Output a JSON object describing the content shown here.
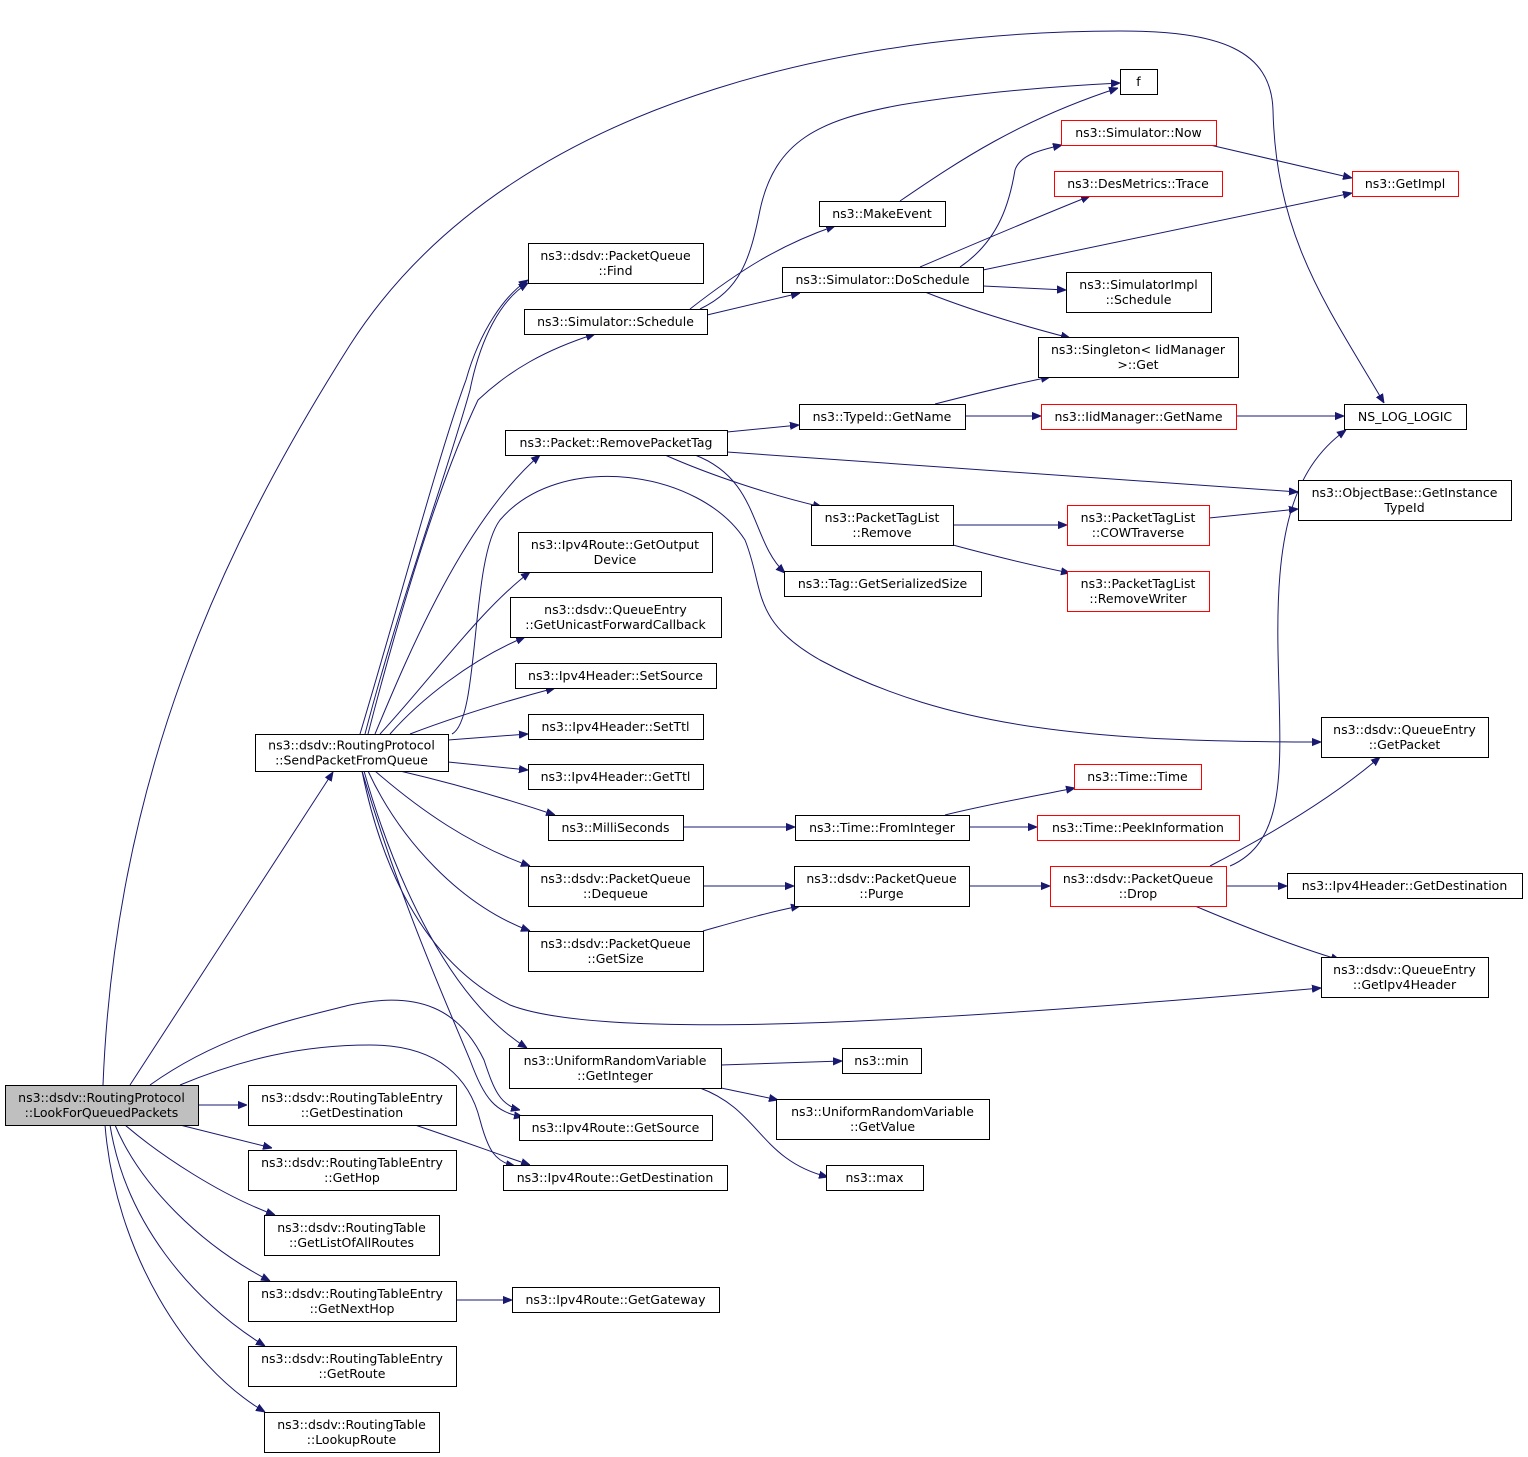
{
  "diagram": {
    "type": "call-graph",
    "colors": {
      "edge": "#191970",
      "node_border": "#000000",
      "external_node_border": "#ff0000",
      "root_fill": "#bfbfbf"
    },
    "nodes": [
      {
        "id": "root",
        "lines": [
          "ns3::dsdv::RoutingProtocol",
          "::LookForQueuedPackets"
        ],
        "style": "root"
      },
      {
        "id": "sendpkt",
        "lines": [
          "ns3::dsdv::RoutingProtocol",
          "::SendPacketFromQueue"
        ],
        "style": "normal"
      },
      {
        "id": "rte_dest",
        "lines": [
          "ns3::dsdv::RoutingTableEntry",
          "::GetDestination"
        ],
        "style": "normal"
      },
      {
        "id": "rte_hop",
        "lines": [
          "ns3::dsdv::RoutingTableEntry",
          "::GetHop"
        ],
        "style": "normal"
      },
      {
        "id": "rt_all",
        "lines": [
          "ns3::dsdv::RoutingTable",
          "::GetListOfAllRoutes"
        ],
        "style": "normal"
      },
      {
        "id": "rte_next",
        "lines": [
          "ns3::dsdv::RoutingTableEntry",
          "::GetNextHop"
        ],
        "style": "normal"
      },
      {
        "id": "rte_route",
        "lines": [
          "ns3::dsdv::RoutingTableEntry",
          "::GetRoute"
        ],
        "style": "normal"
      },
      {
        "id": "rt_lookup",
        "lines": [
          "ns3::dsdv::RoutingTable",
          "::LookupRoute"
        ],
        "style": "normal"
      },
      {
        "id": "pq_find",
        "lines": [
          "ns3::dsdv::PacketQueue",
          "::Find"
        ],
        "style": "normal"
      },
      {
        "id": "sim_sched",
        "lines": [
          "ns3::Simulator::Schedule"
        ],
        "style": "normal"
      },
      {
        "id": "pkt_rmtag",
        "lines": [
          "ns3::Packet::RemovePacketTag"
        ],
        "style": "normal"
      },
      {
        "id": "ipr_outdev",
        "lines": [
          "ns3::Ipv4Route::GetOutput",
          "Device"
        ],
        "style": "normal"
      },
      {
        "id": "qe_ucb",
        "lines": [
          "ns3::dsdv::QueueEntry",
          "::GetUnicastForwardCallback"
        ],
        "style": "normal"
      },
      {
        "id": "iph_setsrc",
        "lines": [
          "ns3::Ipv4Header::SetSource"
        ],
        "style": "normal"
      },
      {
        "id": "iph_setttl",
        "lines": [
          "ns3::Ipv4Header::SetTtl"
        ],
        "style": "normal"
      },
      {
        "id": "iph_getttl",
        "lines": [
          "ns3::Ipv4Header::GetTtl"
        ],
        "style": "normal"
      },
      {
        "id": "millis",
        "lines": [
          "ns3::MilliSeconds"
        ],
        "style": "normal"
      },
      {
        "id": "pq_deq",
        "lines": [
          "ns3::dsdv::PacketQueue",
          "::Dequeue"
        ],
        "style": "normal"
      },
      {
        "id": "pq_size",
        "lines": [
          "ns3::dsdv::PacketQueue",
          "::GetSize"
        ],
        "style": "normal"
      },
      {
        "id": "urv_int",
        "lines": [
          "ns3::UniformRandomVariable",
          "::GetInteger"
        ],
        "style": "normal"
      },
      {
        "id": "ipr_src",
        "lines": [
          "ns3::Ipv4Route::GetSource"
        ],
        "style": "normal"
      },
      {
        "id": "ipr_dst",
        "lines": [
          "ns3::Ipv4Route::GetDestination"
        ],
        "style": "normal"
      },
      {
        "id": "ipr_gw",
        "lines": [
          "ns3::Ipv4Route::GetGateway"
        ],
        "style": "normal"
      },
      {
        "id": "f",
        "lines": [
          "f"
        ],
        "style": "normal"
      },
      {
        "id": "makeevent",
        "lines": [
          "ns3::MakeEvent"
        ],
        "style": "normal"
      },
      {
        "id": "doschedule",
        "lines": [
          "ns3::Simulator::DoSchedule"
        ],
        "style": "normal"
      },
      {
        "id": "sim_now",
        "lines": [
          "ns3::Simulator::Now"
        ],
        "style": "red"
      },
      {
        "id": "desmetrics",
        "lines": [
          "ns3::DesMetrics::Trace"
        ],
        "style": "red"
      },
      {
        "id": "simimpl_sched",
        "lines": [
          "ns3::SimulatorImpl",
          "::Schedule"
        ],
        "style": "normal"
      },
      {
        "id": "singleton",
        "lines": [
          "ns3::Singleton< IidManager",
          ">::Get"
        ],
        "style": "normal"
      },
      {
        "id": "getimpl",
        "lines": [
          "ns3::GetImpl"
        ],
        "style": "red"
      },
      {
        "id": "typeid_name",
        "lines": [
          "ns3::TypeId::GetName"
        ],
        "style": "normal"
      },
      {
        "id": "iid_name",
        "lines": [
          "ns3::IidManager::GetName"
        ],
        "style": "red"
      },
      {
        "id": "nslog",
        "lines": [
          "NS_LOG_LOGIC"
        ],
        "style": "normal"
      },
      {
        "id": "ptl_remove",
        "lines": [
          "ns3::PacketTagList",
          "::Remove"
        ],
        "style": "normal"
      },
      {
        "id": "tag_size",
        "lines": [
          "ns3::Tag::GetSerializedSize"
        ],
        "style": "normal"
      },
      {
        "id": "ptl_cow",
        "lines": [
          "ns3::PacketTagList",
          "::COWTraverse"
        ],
        "style": "red"
      },
      {
        "id": "ptl_rw",
        "lines": [
          "ns3::PacketTagList",
          "::RemoveWriter"
        ],
        "style": "red"
      },
      {
        "id": "ob_tid",
        "lines": [
          "ns3::ObjectBase::GetInstance",
          "TypeId"
        ],
        "style": "normal"
      },
      {
        "id": "qe_pkt",
        "lines": [
          "ns3::dsdv::QueueEntry",
          "::GetPacket"
        ],
        "style": "normal"
      },
      {
        "id": "time_time",
        "lines": [
          "ns3::Time::Time"
        ],
        "style": "red"
      },
      {
        "id": "time_fromint",
        "lines": [
          "ns3::Time::FromInteger"
        ],
        "style": "normal"
      },
      {
        "id": "time_peek",
        "lines": [
          "ns3::Time::PeekInformation"
        ],
        "style": "red"
      },
      {
        "id": "pq_purge",
        "lines": [
          "ns3::dsdv::PacketQueue",
          "::Purge"
        ],
        "style": "normal"
      },
      {
        "id": "pq_drop",
        "lines": [
          "ns3::dsdv::PacketQueue",
          "::Drop"
        ],
        "style": "red"
      },
      {
        "id": "iph_getdst",
        "lines": [
          "ns3::Ipv4Header::GetDestination"
        ],
        "style": "normal"
      },
      {
        "id": "qe_iph",
        "lines": [
          "ns3::dsdv::QueueEntry",
          "::GetIpv4Header"
        ],
        "style": "normal"
      },
      {
        "id": "min",
        "lines": [
          "ns3::min"
        ],
        "style": "normal"
      },
      {
        "id": "urv_val",
        "lines": [
          "ns3::UniformRandomVariable",
          "::GetValue"
        ],
        "style": "normal"
      },
      {
        "id": "max",
        "lines": [
          "ns3::max"
        ],
        "style": "normal"
      }
    ],
    "edges": [
      [
        "root",
        "nslog"
      ],
      [
        "root",
        "sendpkt"
      ],
      [
        "root",
        "rte_dest"
      ],
      [
        "root",
        "rte_hop"
      ],
      [
        "root",
        "rt_all"
      ],
      [
        "root",
        "rte_next"
      ],
      [
        "root",
        "rte_route"
      ],
      [
        "root",
        "rt_lookup"
      ],
      [
        "root",
        "ipr_src"
      ],
      [
        "root",
        "ipr_dst"
      ],
      [
        "sendpkt",
        "pq_find"
      ],
      [
        "sendpkt",
        "sim_sched"
      ],
      [
        "sendpkt",
        "pkt_rmtag"
      ],
      [
        "sendpkt",
        "ipr_outdev"
      ],
      [
        "sendpkt",
        "qe_ucb"
      ],
      [
        "sendpkt",
        "iph_setsrc"
      ],
      [
        "sendpkt",
        "iph_setttl"
      ],
      [
        "sendpkt",
        "iph_getttl"
      ],
      [
        "sendpkt",
        "millis"
      ],
      [
        "sendpkt",
        "pq_deq"
      ],
      [
        "sendpkt",
        "pq_size"
      ],
      [
        "sendpkt",
        "urv_int"
      ],
      [
        "sendpkt",
        "ipr_src"
      ],
      [
        "sendpkt",
        "qe_pkt"
      ],
      [
        "sendpkt",
        "qe_iph"
      ],
      [
        "sendpkt",
        "pq_find"
      ],
      [
        "rte_dest",
        "ipr_dst"
      ],
      [
        "rte_next",
        "ipr_gw"
      ],
      [
        "sim_sched",
        "f"
      ],
      [
        "sim_sched",
        "makeevent"
      ],
      [
        "sim_sched",
        "doschedule"
      ],
      [
        "makeevent",
        "f"
      ],
      [
        "doschedule",
        "sim_now"
      ],
      [
        "doschedule",
        "desmetrics"
      ],
      [
        "doschedule",
        "getimpl"
      ],
      [
        "doschedule",
        "simimpl_sched"
      ],
      [
        "doschedule",
        "singleton"
      ],
      [
        "sim_now",
        "getimpl"
      ],
      [
        "pkt_rmtag",
        "typeid_name"
      ],
      [
        "pkt_rmtag",
        "ob_tid"
      ],
      [
        "pkt_rmtag",
        "ptl_remove"
      ],
      [
        "pkt_rmtag",
        "tag_size"
      ],
      [
        "typeid_name",
        "singleton"
      ],
      [
        "typeid_name",
        "iid_name"
      ],
      [
        "iid_name",
        "nslog"
      ],
      [
        "ptl_remove",
        "ptl_cow"
      ],
      [
        "ptl_remove",
        "ptl_rw"
      ],
      [
        "ptl_cow",
        "ob_tid"
      ],
      [
        "millis",
        "time_fromint"
      ],
      [
        "time_fromint",
        "time_time"
      ],
      [
        "time_fromint",
        "time_peek"
      ],
      [
        "pq_deq",
        "pq_purge"
      ],
      [
        "pq_size",
        "pq_purge"
      ],
      [
        "pq_purge",
        "pq_drop"
      ],
      [
        "pq_drop",
        "iph_getdst"
      ],
      [
        "pq_drop",
        "qe_iph"
      ],
      [
        "pq_drop",
        "qe_pkt"
      ],
      [
        "pq_drop",
        "nslog"
      ],
      [
        "urv_int",
        "min"
      ],
      [
        "urv_int",
        "urv_val"
      ],
      [
        "urv_int",
        "max"
      ]
    ]
  }
}
